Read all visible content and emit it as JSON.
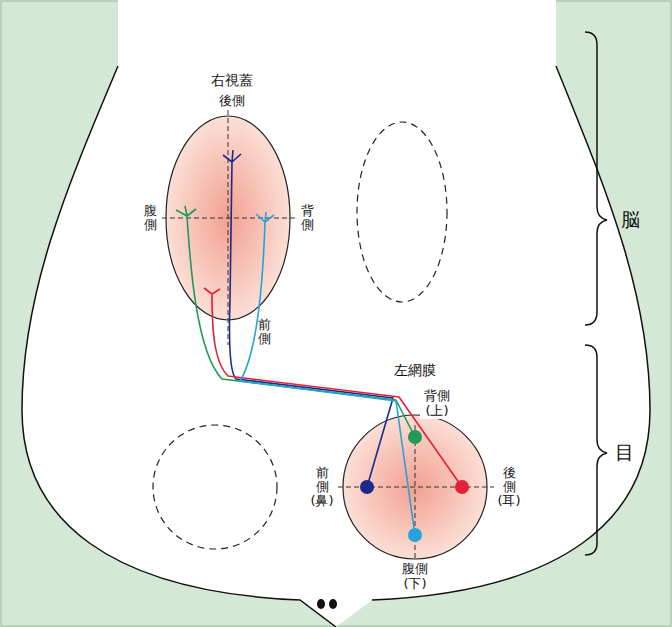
{
  "diagram": {
    "nodes": [
      {
        "text": [
          "右視蓋"
        ]
      },
      {
        "text": [
          "左網膜"
        ]
      }
    ],
    "edges": [
      {
        "from": 1,
        "to": 0,
        "arrow": "none"
      },
      {
        "from": 1,
        "to": 0,
        "arrow": "none"
      },
      {
        "from": 1,
        "to": 0,
        "arrow": "none"
      },
      {
        "from": 1,
        "to": 0,
        "arrow": "none"
      }
    ],
    "labels": [
      "後側",
      "腹側",
      "背側",
      "前側",
      "背側 (上)",
      "前側 (鼻)",
      "後側 (耳)",
      "腹側 (下)",
      "脳",
      "目"
    ]
  }
}
